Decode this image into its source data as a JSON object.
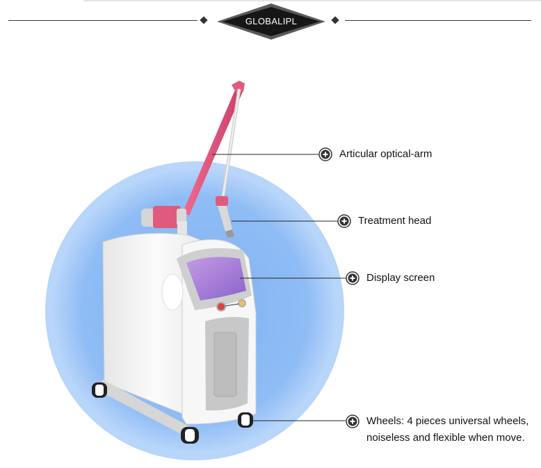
{
  "brand": {
    "name": "GLOBALIPL"
  },
  "callouts": [
    {
      "id": "articular-optical-arm",
      "label": "Articular optical-arm"
    },
    {
      "id": "treatment-head",
      "label": "Treatment head"
    },
    {
      "id": "display-screen",
      "label": "Display screen"
    },
    {
      "id": "wheels",
      "label": "Wheels: 4 pieces universal wheels, noiseless and flexible when move."
    }
  ],
  "colors": {
    "circle_fill": "#9ec5f7",
    "circle_inner": "#7eb2f2",
    "arm_accent": "#e05a7e",
    "body": "#f2f2f2",
    "panel": "#c9c9c9",
    "screen": "#a37bd8"
  },
  "icons": {
    "callout_marker": "plus-circle-icon",
    "header_ornament": "diamond-icon"
  }
}
